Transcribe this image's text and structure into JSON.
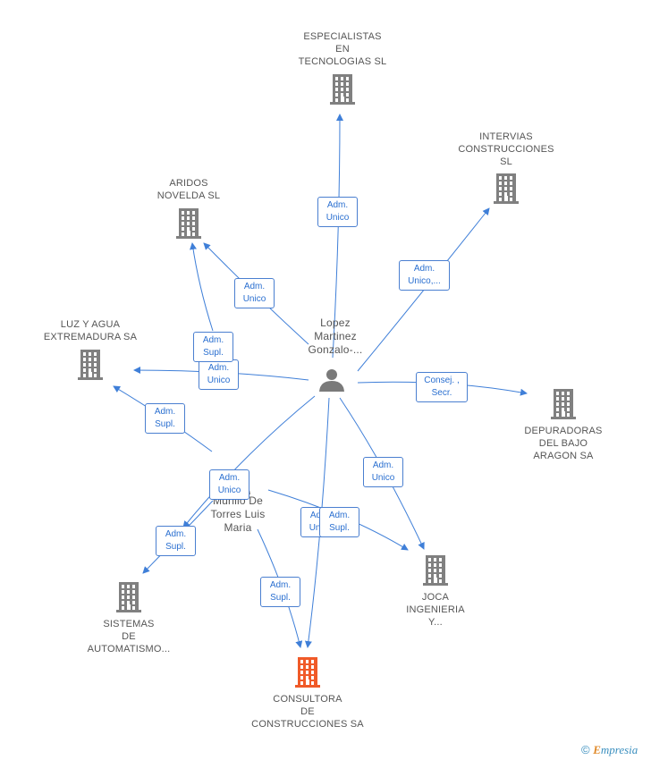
{
  "colors": {
    "edge": "#3f7fd8",
    "company": "#808080",
    "focus_company": "#f05a28",
    "person": "#7a7a7a",
    "label_text": "#555555",
    "badge_text": "#2a6fd0"
  },
  "companies": [
    {
      "id": "especialistas",
      "label": "ESPECIALISTAS\nEN\nTECNOLOGIAS SL",
      "icon": "building-icon",
      "focus": false
    },
    {
      "id": "intervias",
      "label": "INTERVIAS\nCONSTRUCCIONES\nSL",
      "icon": "building-icon",
      "focus": false
    },
    {
      "id": "aridos",
      "label": "ARIDOS\nNOVELDA SL",
      "icon": "building-icon",
      "focus": false
    },
    {
      "id": "luz",
      "label": "LUZ Y AGUA\nEXTREMADURA SA",
      "icon": "building-icon",
      "focus": false
    },
    {
      "id": "depuradoras",
      "label": "DEPURADORAS\nDEL BAJO\nARAGON SA",
      "icon": "building-icon",
      "focus": false
    },
    {
      "id": "joca",
      "label": "JOCA\nINGENIERIA\nY...",
      "icon": "building-icon",
      "focus": false
    },
    {
      "id": "sistemas",
      "label": "SISTEMAS\nDE\nAUTOMATISMO...",
      "icon": "building-icon",
      "focus": false
    },
    {
      "id": "consultora",
      "label": "CONSULTORA\nDE\nCONSTRUCCIONES SA",
      "icon": "building-icon",
      "focus": true
    }
  ],
  "persons": [
    {
      "id": "lopez",
      "label": "Lopez\nMartinez\nGonzalo-...",
      "icon": "person-icon"
    },
    {
      "id": "murillo",
      "label": "Murillo De\nTorres Luis\nMaria",
      "icon": "person-icon"
    }
  ],
  "edges": [
    {
      "from": "lopez",
      "to": "especialistas",
      "label": "Adm.\nUnico"
    },
    {
      "from": "lopez",
      "to": "intervias",
      "label": "Adm.\nUnico,..."
    },
    {
      "from": "lopez",
      "to": "aridos",
      "label": "Adm.\nUnico"
    },
    {
      "from": "lopez",
      "to": "luz",
      "label": "Adm.\nUnico"
    },
    {
      "from": "lopez",
      "to": "depuradoras",
      "label": "Consej. ,\nSecr."
    },
    {
      "from": "lopez",
      "to": "joca",
      "label": "Adm.\nUnico"
    },
    {
      "from": "lopez",
      "to": "sistemas",
      "label": "Adm.\nUnico"
    },
    {
      "from": "lopez",
      "to": "consultora",
      "label": "Adm.\nUnico"
    },
    {
      "from": "murillo",
      "to": "aridos",
      "label": "Adm.\nSupl."
    },
    {
      "from": "murillo",
      "to": "luz",
      "label": "Adm.\nSupl."
    },
    {
      "from": "murillo",
      "to": "sistemas",
      "label": "Adm.\nSupl."
    },
    {
      "from": "murillo",
      "to": "consultora",
      "label": "Adm.\nSupl."
    },
    {
      "from": "murillo",
      "to": "joca",
      "label": "Adm.\nSupl."
    }
  ],
  "footer": {
    "copyright": "©",
    "brand_first": "E",
    "brand_rest": "mpresia"
  }
}
